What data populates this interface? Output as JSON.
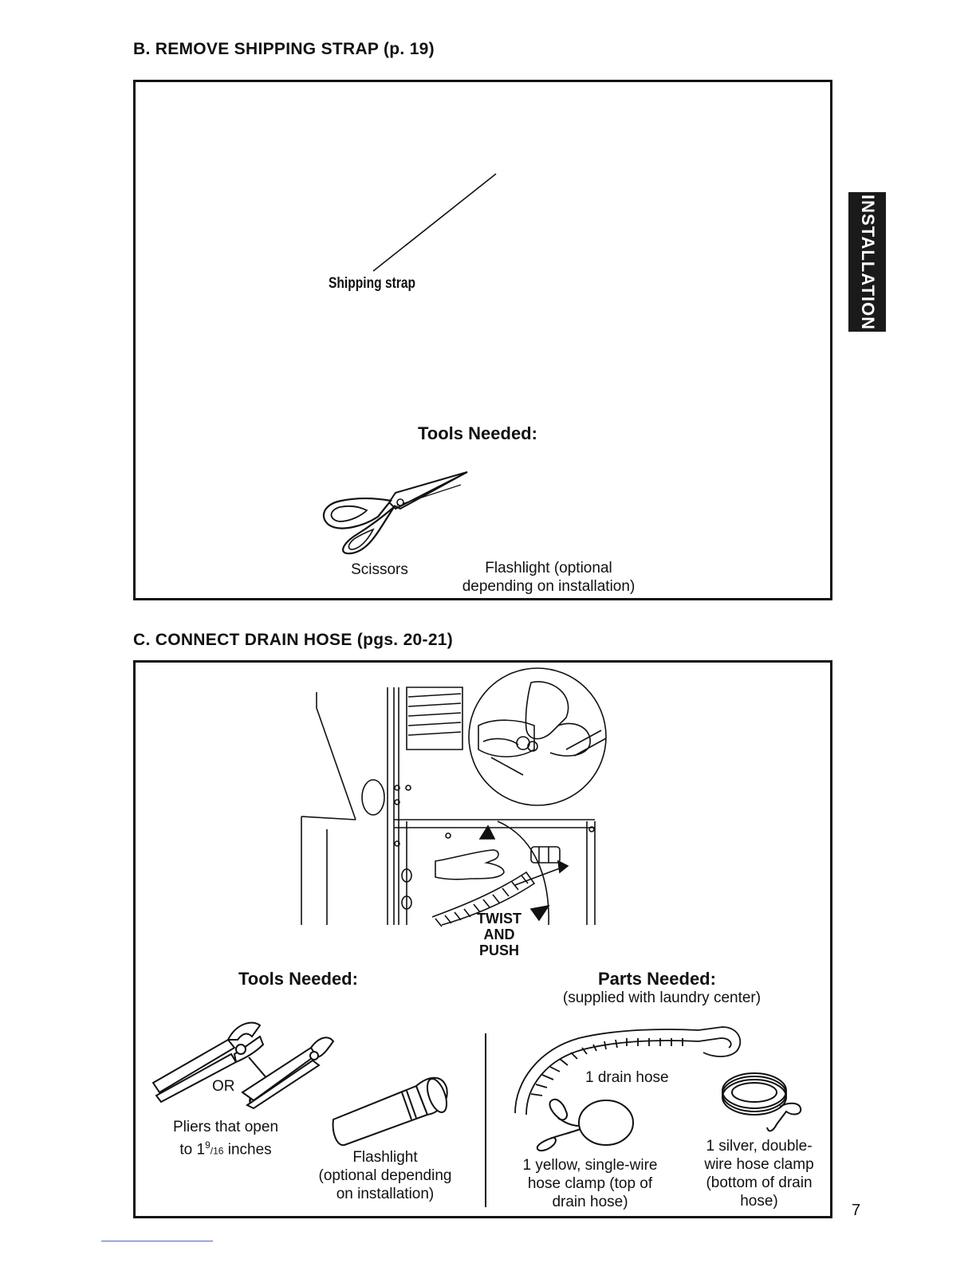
{
  "section_b": {
    "heading": "B. REMOVE SHIPPING STRAP (p. 19)",
    "callout": "Shipping strap",
    "tools_title": "Tools Needed:",
    "scissors_label": "Scissors",
    "flashlight_label_1": "Flashlight (optional",
    "flashlight_label_2": "depending on installation)"
  },
  "section_c": {
    "heading": "C. CONNECT DRAIN HOSE (pgs. 20-21)",
    "instruction_lines": [
      "TWIST",
      "AND",
      "PUSH"
    ],
    "tools_title": "Tools Needed:",
    "parts_title": "Parts Needed:",
    "parts_subtitle": "(supplied with laundry center)",
    "or_label": "OR",
    "pliers_line1": "Pliers that open",
    "pliers_line2_prefix": "to 1",
    "pliers_sup": "9",
    "pliers_sub": "/16",
    "pliers_line2_suffix": " inches",
    "flashlight_lines": [
      "Flashlight",
      "(optional depending",
      "on installation)"
    ],
    "drain_hose_label": "1 drain hose",
    "yellow_clamp_lines": [
      "1 yellow, single-wire",
      "hose clamp (top of",
      "drain hose)"
    ],
    "silver_clamp_lines": [
      "1 silver, double-",
      "wire hose clamp",
      "(bottom of drain",
      "hose)"
    ]
  },
  "side_tab": {
    "label": "INSTALLATION",
    "color": "#1a1a1a"
  },
  "page_number": "7"
}
